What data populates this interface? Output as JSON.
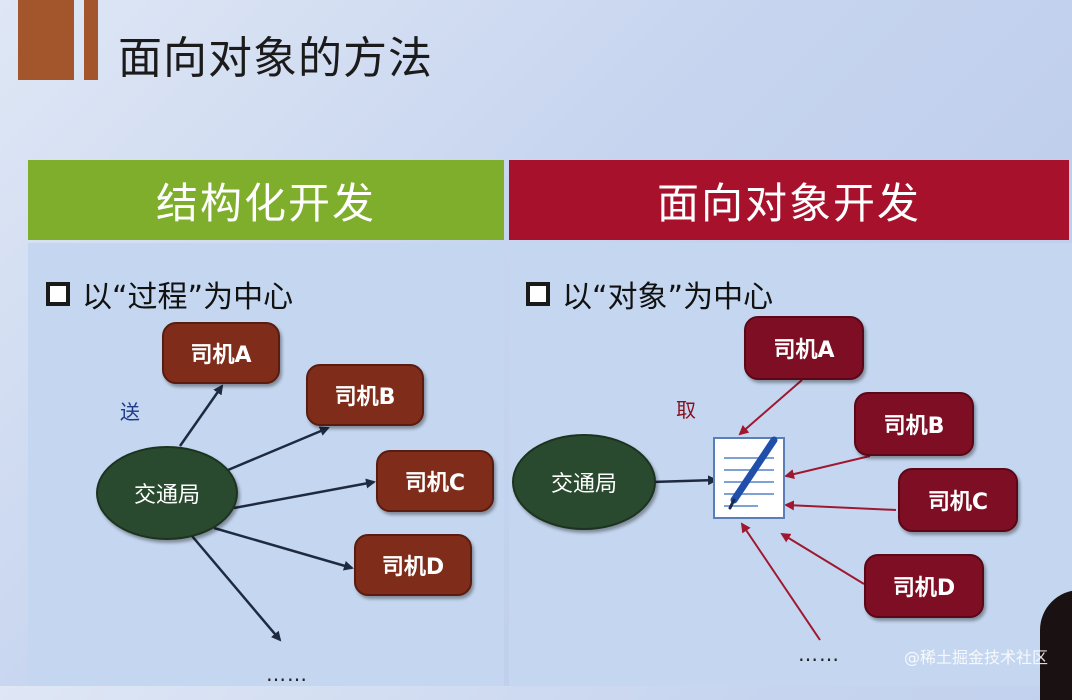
{
  "page": {
    "title": "面向对象的方法"
  },
  "left": {
    "header": "结构化开发",
    "heading": "以“过程”为中心",
    "send_label": "送",
    "center": "交通局",
    "drivers": [
      "司机A",
      "司机B",
      "司机C",
      "司机D"
    ],
    "more": "……"
  },
  "right": {
    "header": "面向对象开发",
    "heading": "以“对象”为中心",
    "take_label": "取",
    "center": "交通局",
    "drivers": [
      "司机A",
      "司机B",
      "司机C",
      "司机D"
    ],
    "more": "……"
  },
  "watermark": "@稀土掘金技术社区",
  "colors": {
    "title_bar": "#a3552b",
    "left_header": "#7eae2c",
    "right_header": "#a8112b",
    "panel": "#c5d7f0",
    "left_driver": "#7f2d1a",
    "right_driver": "#7e0e24",
    "center_node": "#2a4a2f",
    "send_label": "#1d3a8a",
    "take_label": "#8a1020"
  },
  "icons": {
    "document": "document-pen-icon",
    "checkbox": "square-bullet-icon"
  }
}
